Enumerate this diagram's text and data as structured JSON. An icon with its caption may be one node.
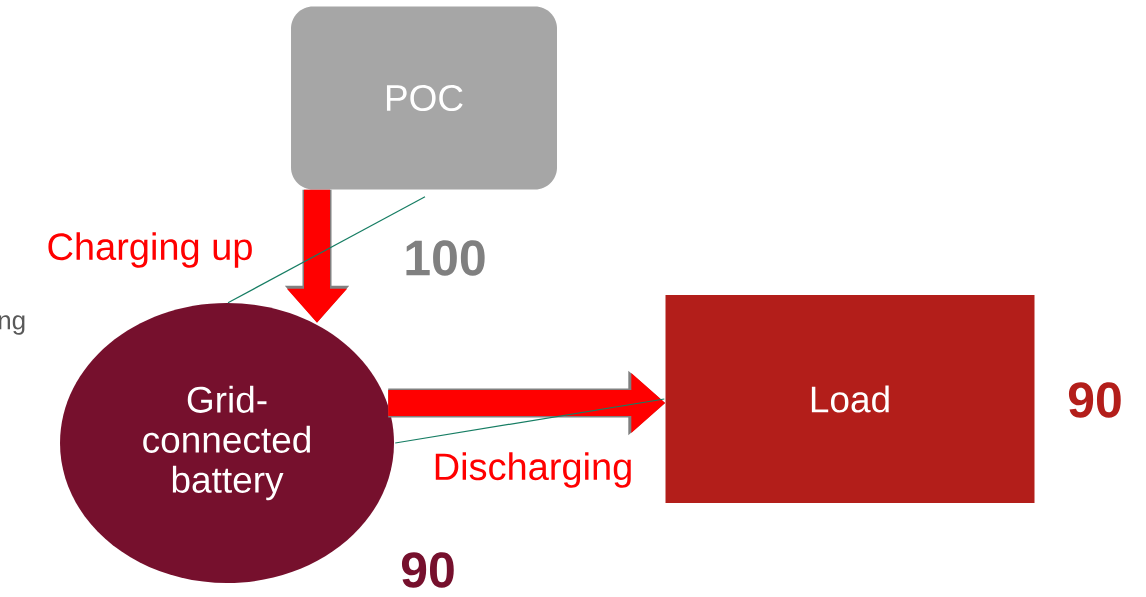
{
  "diagram": {
    "nodes": [
      {
        "text": [
          "POC"
        ],
        "beside": [
          "100"
        ]
      },
      {
        "text": [
          "Grid-connected battery"
        ],
        "beside": [
          "90"
        ]
      },
      {
        "text": [
          "Load"
        ],
        "beside": [
          "90"
        ]
      }
    ],
    "edges": [
      {
        "from": 0,
        "to": 1,
        "arrow": "to",
        "style": "thick",
        "color": "#ff0000"
      },
      {
        "from": 1,
        "to": 2,
        "arrow": "to",
        "style": "thick",
        "color": "#ff0000"
      },
      {
        "from": 0,
        "to": 1,
        "arrow": "none",
        "label": "Charging up",
        "color": "#167d63"
      },
      {
        "from": 1,
        "to": 2,
        "arrow": "none",
        "label": "Discharging",
        "color": "#167d63"
      }
    ],
    "labels": [
      "ng"
    ]
  }
}
